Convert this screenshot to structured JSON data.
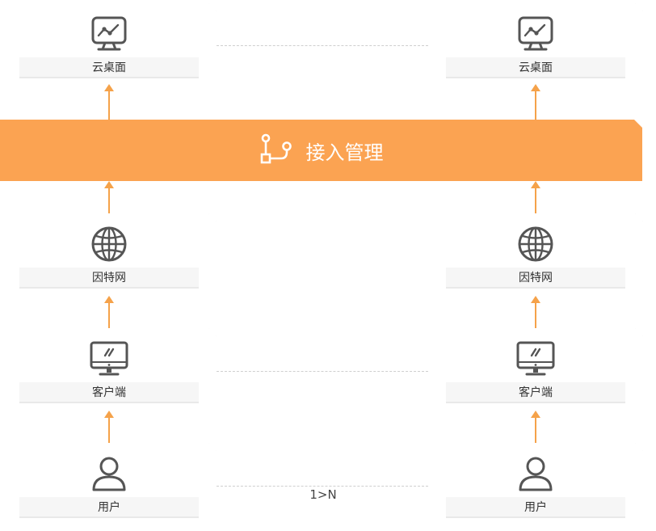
{
  "band": {
    "label": "接入管理",
    "icon": "access-branch-icon",
    "color": "#fba352"
  },
  "arrow_color": "#f5a24a",
  "left": {
    "cloud_desktop": {
      "label": "云桌面",
      "icon": "monitor-chart-icon"
    },
    "internet": {
      "label": "因特网",
      "icon": "globe-icon"
    },
    "client": {
      "label": "客户端",
      "icon": "computer-icon"
    },
    "user": {
      "label": "用户",
      "icon": "user-icon"
    }
  },
  "right": {
    "cloud_desktop": {
      "label": "云桌面",
      "icon": "monitor-chart-icon"
    },
    "internet": {
      "label": "因特网",
      "icon": "globe-icon"
    },
    "client": {
      "label": "客户端",
      "icon": "computer-icon"
    },
    "user": {
      "label": "用户",
      "icon": "user-icon"
    }
  },
  "ratio_label": "1>N"
}
